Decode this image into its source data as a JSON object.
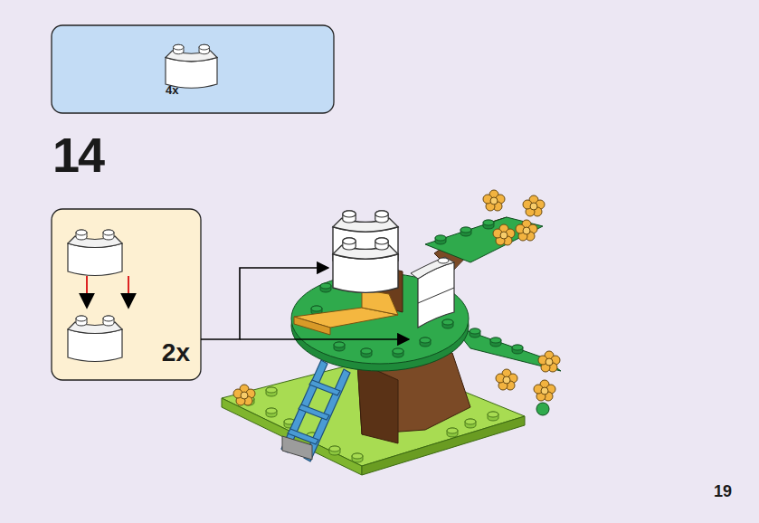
{
  "diagram": {
    "nodes": [
      {
        "text": [
          "4x"
        ]
      },
      {
        "text": [
          "2x"
        ]
      }
    ],
    "labels": [
      "14",
      "19"
    ]
  }
}
